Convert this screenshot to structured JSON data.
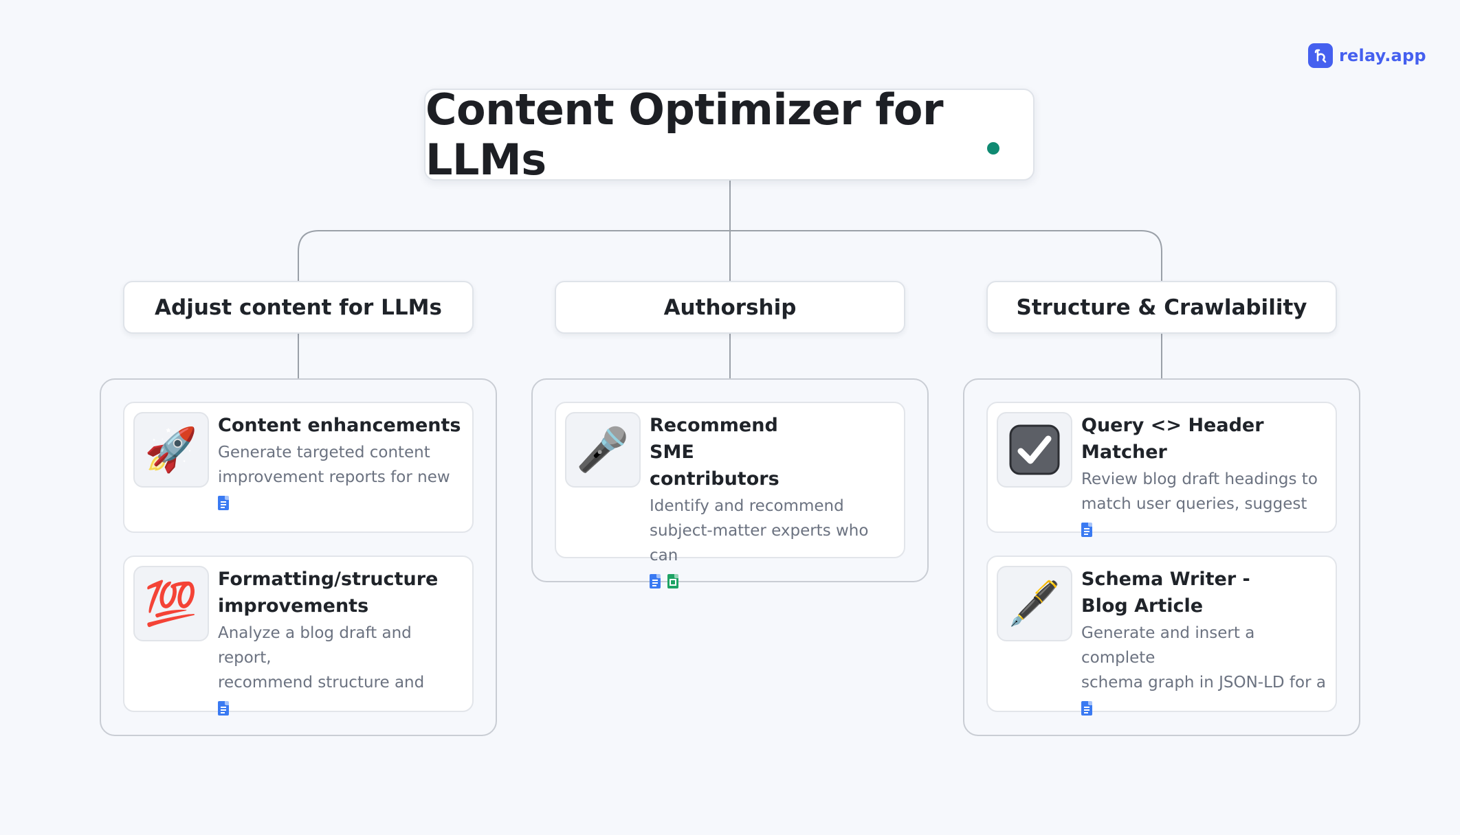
{
  "brand": {
    "name": "relay.app",
    "logo_icon": "relay-logo-icon",
    "accent_color": "#4560ef"
  },
  "title": "Content Optimizer for LLMs",
  "categories": [
    {
      "label": "Adjust content for LLMs",
      "items": [
        {
          "icon": "rocket-icon",
          "emoji": "🚀",
          "title": "Content enhancements",
          "description": [
            "Generate targeted content",
            "improvement reports for new"
          ],
          "apps": [
            "google-docs-icon"
          ]
        },
        {
          "icon": "hundred-points-icon",
          "emoji": "💯",
          "title": "Formatting/structure improvements",
          "description": [
            "Analyze a blog draft and report,",
            "recommend structure and"
          ],
          "apps": [
            "google-docs-icon"
          ]
        }
      ]
    },
    {
      "label": "Authorship",
      "items": [
        {
          "icon": "microphone-icon",
          "emoji": "🎤",
          "title": "Recommend SME contributors",
          "description": [
            "Identify and recommend",
            "subject-matter experts who can"
          ],
          "apps": [
            "google-docs-icon",
            "google-sheets-icon"
          ]
        }
      ]
    },
    {
      "label": "Structure & Crawlability",
      "items": [
        {
          "icon": "check-box-icon",
          "emoji": "✔️",
          "title": "Query <> Header Matcher",
          "description": [
            "Review blog draft headings to",
            "match user queries, suggest"
          ],
          "apps": [
            "google-docs-icon"
          ]
        },
        {
          "icon": "fountain-pen-icon",
          "emoji": "🖋️",
          "title": "Schema Writer - Blog Article",
          "description": [
            "Generate and insert a complete",
            "schema graph in JSON-LD for a"
          ],
          "apps": [
            "google-docs-icon"
          ]
        }
      ]
    }
  ],
  "colors": {
    "background": "#f6f8fc",
    "connector": "#9aa0a8",
    "status_dot": "#0f8a72"
  }
}
